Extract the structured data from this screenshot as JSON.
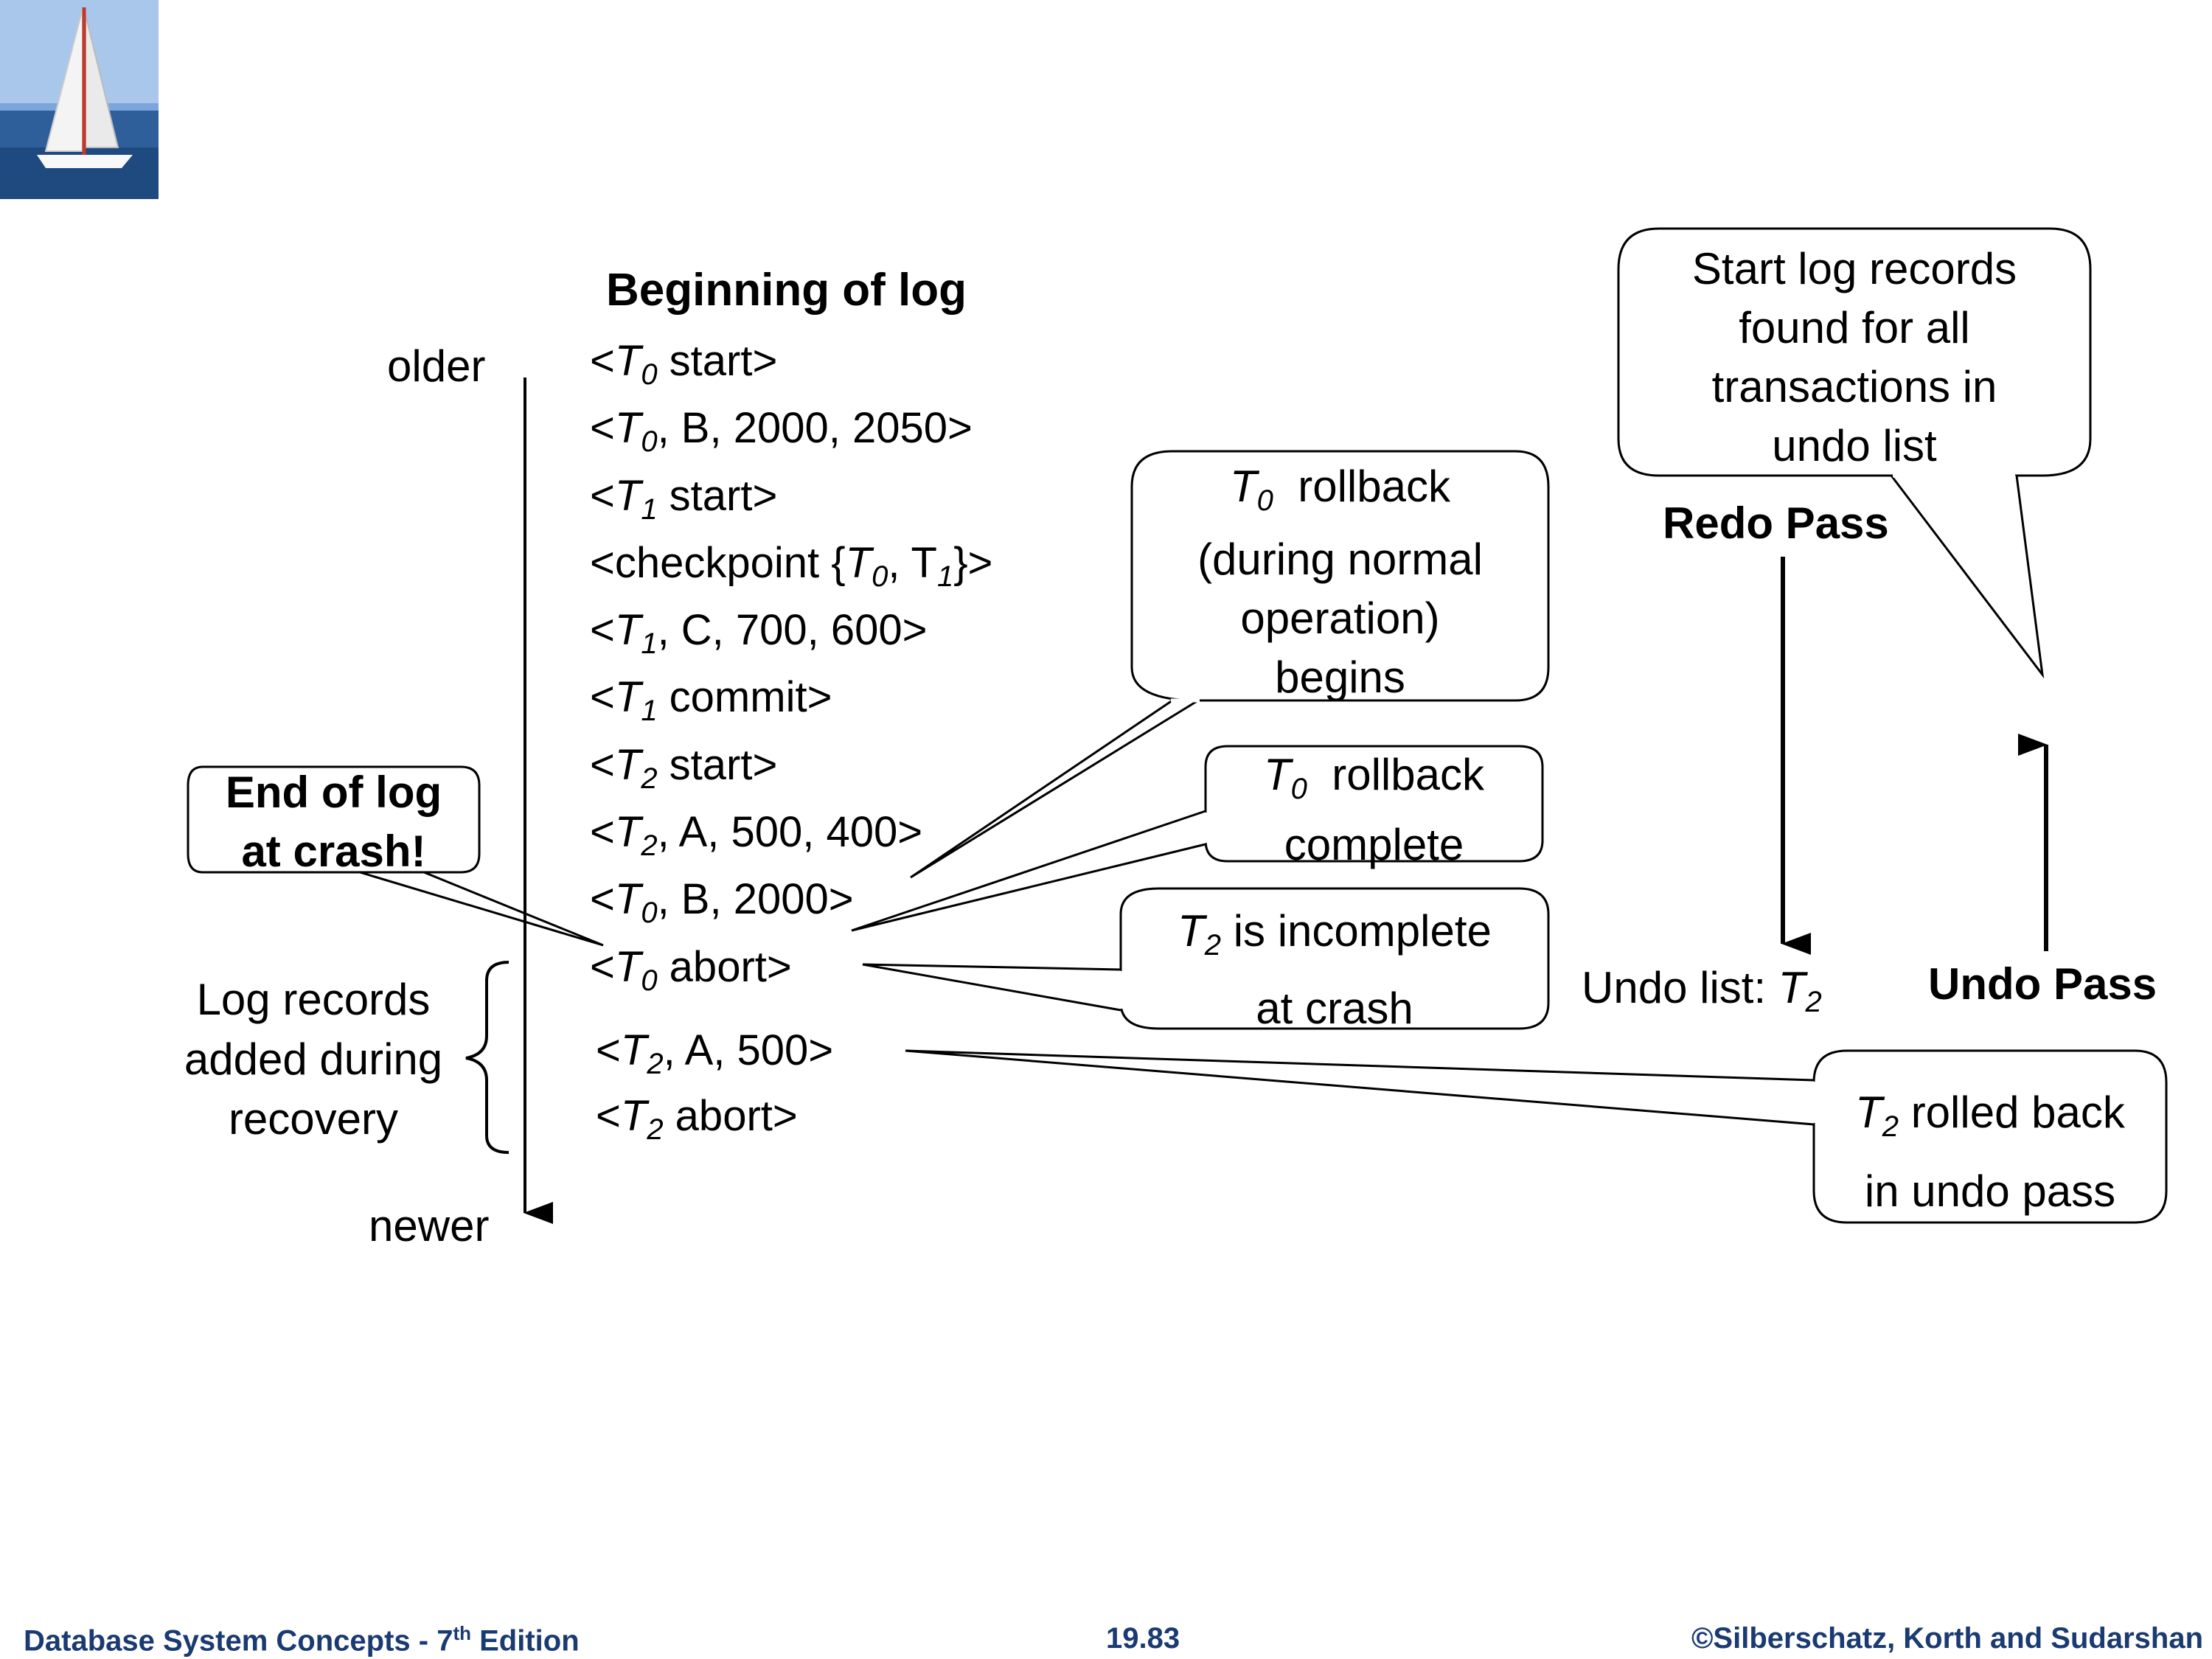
{
  "log_heading": "Beginning of log",
  "time_axis": {
    "older": "older",
    "newer": "newer"
  },
  "log_records": [
    {
      "pre": "<",
      "T": "T",
      "sub": "0",
      "post": " start>"
    },
    {
      "pre": "<",
      "T": "T",
      "sub": "0",
      "post": ", B, 2000, 2050>"
    },
    {
      "pre": "<",
      "T": "T",
      "sub": "1",
      "post": " start>"
    },
    {
      "pre": "<checkpoint {",
      "T": "T",
      "sub": "0",
      "post": ", T",
      "sub2": "1",
      "post2": "}>"
    },
    {
      "pre": "<",
      "T": "T",
      "sub": "1",
      "post": ", C, 700, 600>"
    },
    {
      "pre": "<",
      "T": "T",
      "sub": "1",
      "post": " commit>"
    },
    {
      "pre": "<",
      "T": "T",
      "sub": "2",
      "post": " start>"
    },
    {
      "pre": "<",
      "T": "T",
      "sub": "2",
      "post": ", A, 500, 400>"
    },
    {
      "pre": "<",
      "T": "T",
      "sub": "0",
      "post": ", B, 2000>"
    },
    {
      "pre": "<",
      "T": "T",
      "sub": "0",
      "post": " abort>"
    }
  ],
  "recovery_records": [
    {
      "pre": "<",
      "T": "T",
      "sub": "2",
      "post": ", A, 500>"
    },
    {
      "pre": "<",
      "T": "T",
      "sub": "2",
      "post": " abort>"
    }
  ],
  "end_of_log": {
    "line1": "End of log",
    "line2": "at crash!"
  },
  "recovery_brace_label": {
    "line1": "Log records",
    "line2": "added during",
    "line3": "recovery"
  },
  "callouts": {
    "rollback_begins": {
      "T": "T",
      "sub": "0",
      "line1_rest": "  rollback",
      "line2": "(during normal",
      "line3": "operation)",
      "line4": "begins"
    },
    "rollback_complete": {
      "T": "T",
      "sub": "0",
      "line1_rest": "  rollback",
      "line2": "complete"
    },
    "t2_incomplete": {
      "T": "T",
      "sub": "2",
      "line1_rest": " is incomplete",
      "line2": "at crash"
    },
    "start_records": {
      "line1": "Start log records",
      "line2": "found for all",
      "line3": "transactions in",
      "line4": "undo list"
    },
    "t2_rolled_back": {
      "T": "T",
      "sub": "2",
      "line1_rest": " rolled back",
      "line2": "in undo pass"
    }
  },
  "redo_pass": "Redo Pass",
  "undo_pass": "Undo Pass",
  "undo_list": {
    "label": "Undo list: ",
    "T": "T",
    "sub": "2"
  },
  "footer": {
    "left": "Database System Concepts - 7",
    "left_sup": "th",
    "left_rest": " Edition",
    "center": "19.83",
    "right": "©Silberschatz, Korth and Sudarshan"
  },
  "colors": {
    "footer": "#1a3a72",
    "sky": "#6f9fd8",
    "sea": "#2f5f9a"
  }
}
